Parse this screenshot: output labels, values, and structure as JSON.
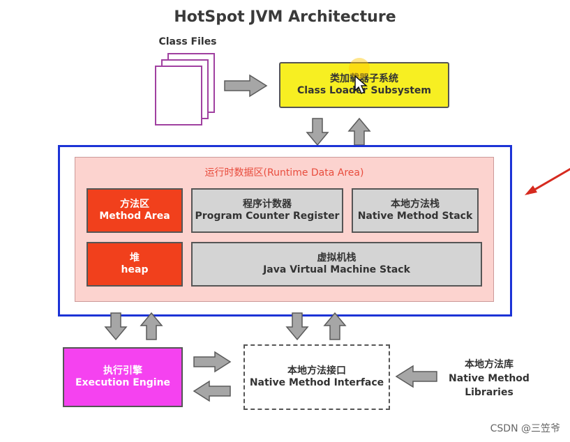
{
  "title": "HotSpot JVM Architecture",
  "class_files": {
    "label": "Class Files"
  },
  "class_loader": {
    "label_zh": "类加载器子系统",
    "label_en": "Class Loader Subsystem"
  },
  "runtime_data_area": {
    "title": "运行时数据区(Runtime Data Area)",
    "method_area": {
      "label_zh": "方法区",
      "label_en": "Method Area"
    },
    "program_counter": {
      "label_zh": "程序计数器",
      "label_en": "Program Counter Register"
    },
    "native_method_stack": {
      "label_zh": "本地方法栈",
      "label_en": "Native Method Stack"
    },
    "heap": {
      "label_zh": "堆",
      "label_en": "heap"
    },
    "jvm_stack": {
      "label_zh": "虚拟机栈",
      "label_en": "Java Virtual Machine Stack"
    }
  },
  "execution_engine": {
    "label_zh": "执行引擎",
    "label_en": "Execution Engine"
  },
  "native_method_interface": {
    "label_zh": "本地方法接口",
    "label_en": "Native Method Interface"
  },
  "native_method_libraries": {
    "line1": "本地方法库",
    "line2": "Native Method",
    "line3": "Libraries"
  },
  "watermark": "CSDN @三笠爷",
  "colors": {
    "class_loader": "#f7ef22",
    "runtime_border": "#1c33d6",
    "runtime_fill": "#fcd3cf",
    "red_box": "#f1401c",
    "gray_box": "#d4d4d4",
    "execution_engine": "#f542f0",
    "arrow": "#a6a6a6",
    "pointer": "#d62a1f"
  }
}
